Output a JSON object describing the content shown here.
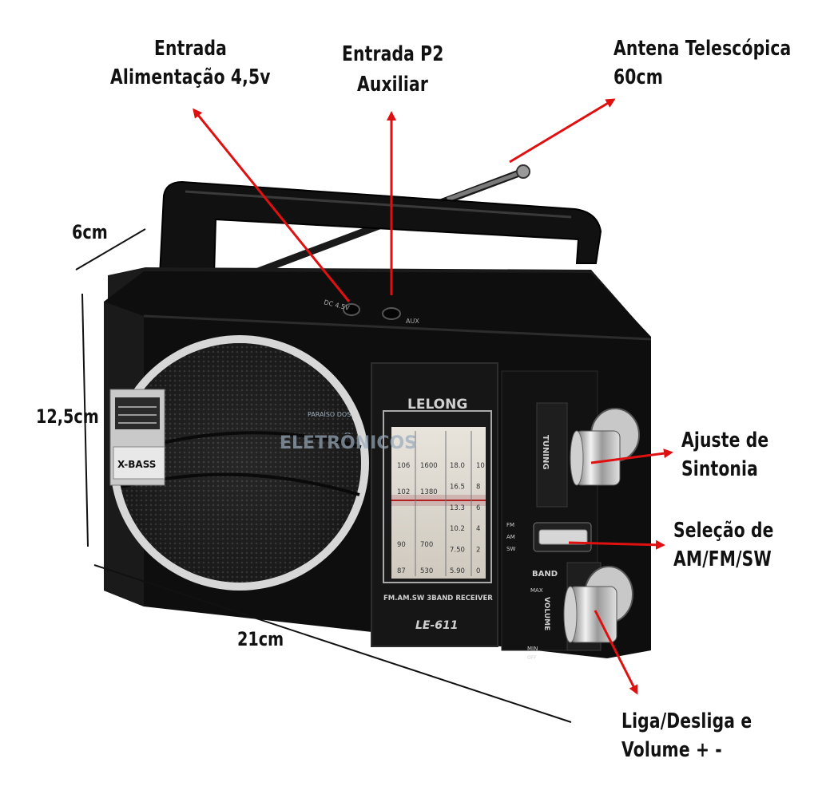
{
  "labels": {
    "power": [
      "Entrada",
      "Alimentação 4,5v"
    ],
    "aux": [
      "Entrada P2",
      "Auxiliar"
    ],
    "antenna": [
      "Antena Telescópica",
      "60cm"
    ],
    "tuning": [
      "Ajuste de",
      "Sintonia"
    ],
    "band": [
      "Seleção de",
      "AM/FM/SW"
    ],
    "volume": [
      "Liga/Desliga e",
      "Volume + -"
    ]
  },
  "dimensions": {
    "depth": "6cm",
    "height": "12,5cm",
    "width": "21cm"
  },
  "radio": {
    "brand": "LELONG",
    "model": "LE-611",
    "receiver_text": "FM.AM.SW 3BAND RECEIVER",
    "xbass": "X-BASS",
    "tuning": "TUNING",
    "volume": "VOLUME",
    "band": "BAND",
    "band_options": [
      "FM",
      "AM",
      "SW"
    ],
    "max": "MAX",
    "min": "MIN",
    "off": "OFF",
    "aux_jack": "AUX",
    "dc_jack": "DC 4.5V",
    "watermark": [
      "PARAÍSO DOS",
      "ELETRÔNICOS"
    ],
    "dial_columns": [
      [
        "106",
        "102",
        "",
        "90",
        "87"
      ],
      [
        "1600",
        "1380",
        "",
        "700",
        "530"
      ],
      [
        "18.0",
        "16.5",
        "13.3",
        "10.2",
        "7.50",
        "5.90"
      ],
      [
        "10",
        "8",
        "6",
        "4",
        "2",
        "0"
      ]
    ]
  },
  "colors": {
    "arrow": "#e01010",
    "body": "#0e0e0e",
    "chrome": "#c8c8c8"
  }
}
